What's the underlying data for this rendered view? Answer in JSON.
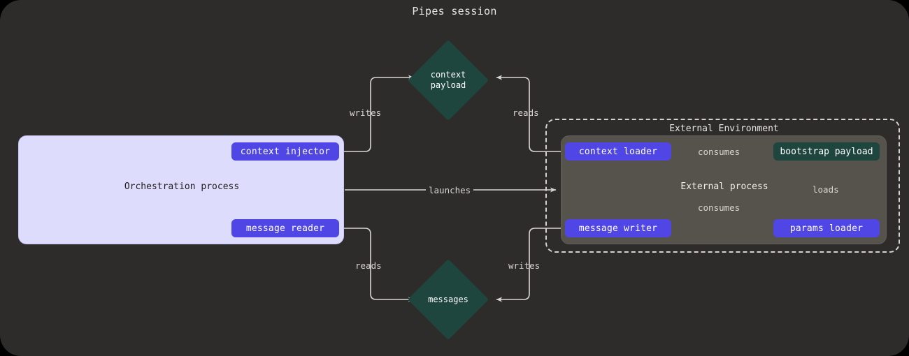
{
  "title": "Pipes session",
  "colors": {
    "canvas_background": "#2e2c2b",
    "orchestration_fill": "#dedcfd",
    "external_process_fill": "#56524c",
    "pill_purple": "#4f46e5",
    "teal": "#1e463f",
    "edge_stroke": "#d8d5d1",
    "text_light": "#e8e6e3"
  },
  "clusters": {
    "orchestration": {
      "label": "Orchestration process",
      "nodes": [
        {
          "id": "context-injector",
          "label": "context injector",
          "shape": "pill"
        },
        {
          "id": "message-reader",
          "label": "message reader",
          "shape": "pill"
        }
      ]
    },
    "external_environment": {
      "label": "External Environment",
      "border": "dashed",
      "process": {
        "label": "External process",
        "nodes": [
          {
            "id": "context-loader",
            "label": "context loader",
            "shape": "pill"
          },
          {
            "id": "message-writer",
            "label": "message writer",
            "shape": "pill"
          },
          {
            "id": "params-loader",
            "label": "params loader",
            "shape": "pill"
          },
          {
            "id": "bootstrap-payload",
            "label": "bootstrap payload",
            "shape": "rect-teal"
          }
        ]
      }
    }
  },
  "store_nodes": [
    {
      "id": "context-payload",
      "label_line1": "context",
      "label_line2": "payload",
      "shape": "diamond"
    },
    {
      "id": "messages",
      "label_line1": "messages",
      "label_line2": "",
      "shape": "diamond"
    }
  ],
  "edges": [
    {
      "id": "writes-context",
      "from": "context-injector",
      "to": "context-payload",
      "label": "writes"
    },
    {
      "id": "reads-context",
      "from": "context-loader",
      "to": "context-payload",
      "label": "reads"
    },
    {
      "id": "reads-messages",
      "from": "message-reader",
      "to": "messages",
      "label": "reads"
    },
    {
      "id": "writes-messages",
      "from": "message-writer",
      "to": "messages",
      "label": "writes"
    },
    {
      "id": "launches",
      "from": "orchestration",
      "to": "external-process",
      "label": "launches"
    },
    {
      "id": "consumes-context",
      "from": "context-loader",
      "to": "bootstrap-payload",
      "label": "consumes"
    },
    {
      "id": "consumes-message",
      "from": "message-writer",
      "to": "bootstrap-payload",
      "label": "consumes"
    },
    {
      "id": "loads",
      "from": "params-loader",
      "to": "bootstrap-payload",
      "label": "loads"
    }
  ]
}
